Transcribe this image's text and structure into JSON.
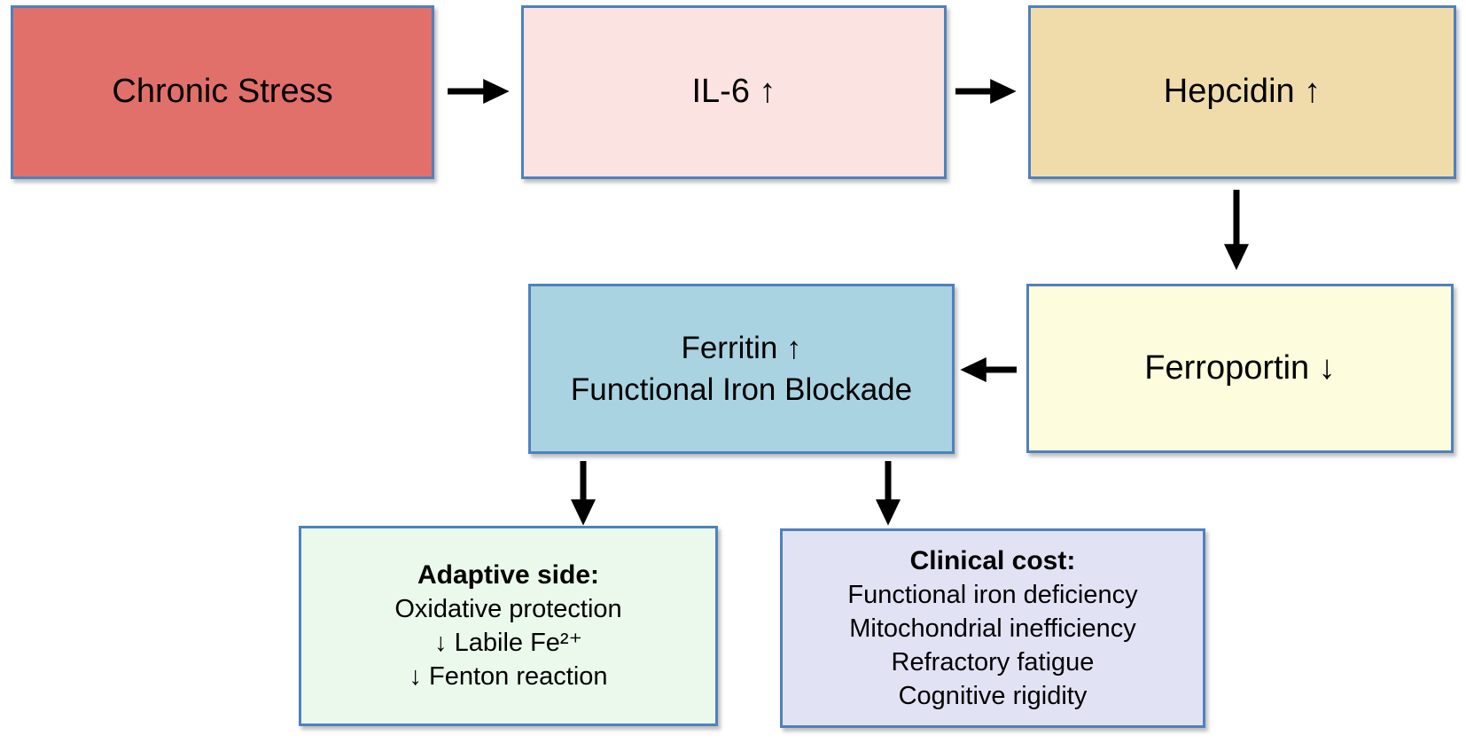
{
  "diagram": {
    "colors": {
      "background": "#ffffff",
      "node_border": "#4f81bd",
      "arrow": "#000000",
      "chronic_stress_bg": "#e2706a",
      "il6_bg": "#fbe3e1",
      "hepcidin_bg": "#f0dcab",
      "ferroportin_bg": "#fdfcdc",
      "ferritin_bg": "#aad3e2",
      "adaptive_bg": "#ebf9ec",
      "clinical_bg": "#e2e2f5"
    },
    "nodes": {
      "chronic_stress": {
        "label": "Chronic Stress",
        "bg": "#e2706a"
      },
      "il6": {
        "label": "IL-6 ↑",
        "bg": "#fbe3e1"
      },
      "hepcidin": {
        "label": "Hepcidin ↑",
        "bg": "#f0dcab"
      },
      "ferroportin": {
        "label": "Ferroportin ↓",
        "bg": "#fdfcdc"
      },
      "ferritin": {
        "line1": "Ferritin ↑",
        "line2": "Functional Iron Blockade",
        "bg": "#aad3e2"
      },
      "adaptive": {
        "title": "Adaptive side:",
        "line1": "Oxidative protection",
        "line2": "↓ Labile Fe²⁺",
        "line3": "↓ Fenton reaction",
        "bg": "#ebf9ec"
      },
      "clinical": {
        "title": "Clinical cost:",
        "line1": "Functional iron deficiency",
        "line2": "Mitochondrial inefficiency",
        "line3": "Refractory fatigue",
        "line4": "Cognitive rigidity",
        "bg": "#e2e2f5"
      }
    },
    "edges": [
      {
        "from": "chronic_stress",
        "to": "il6",
        "direction": "right"
      },
      {
        "from": "il6",
        "to": "hepcidin",
        "direction": "right"
      },
      {
        "from": "hepcidin",
        "to": "ferroportin",
        "direction": "down"
      },
      {
        "from": "ferroportin",
        "to": "ferritin",
        "direction": "left"
      },
      {
        "from": "ferritin",
        "to": "adaptive",
        "direction": "down"
      },
      {
        "from": "ferritin",
        "to": "clinical",
        "direction": "down"
      }
    ]
  }
}
